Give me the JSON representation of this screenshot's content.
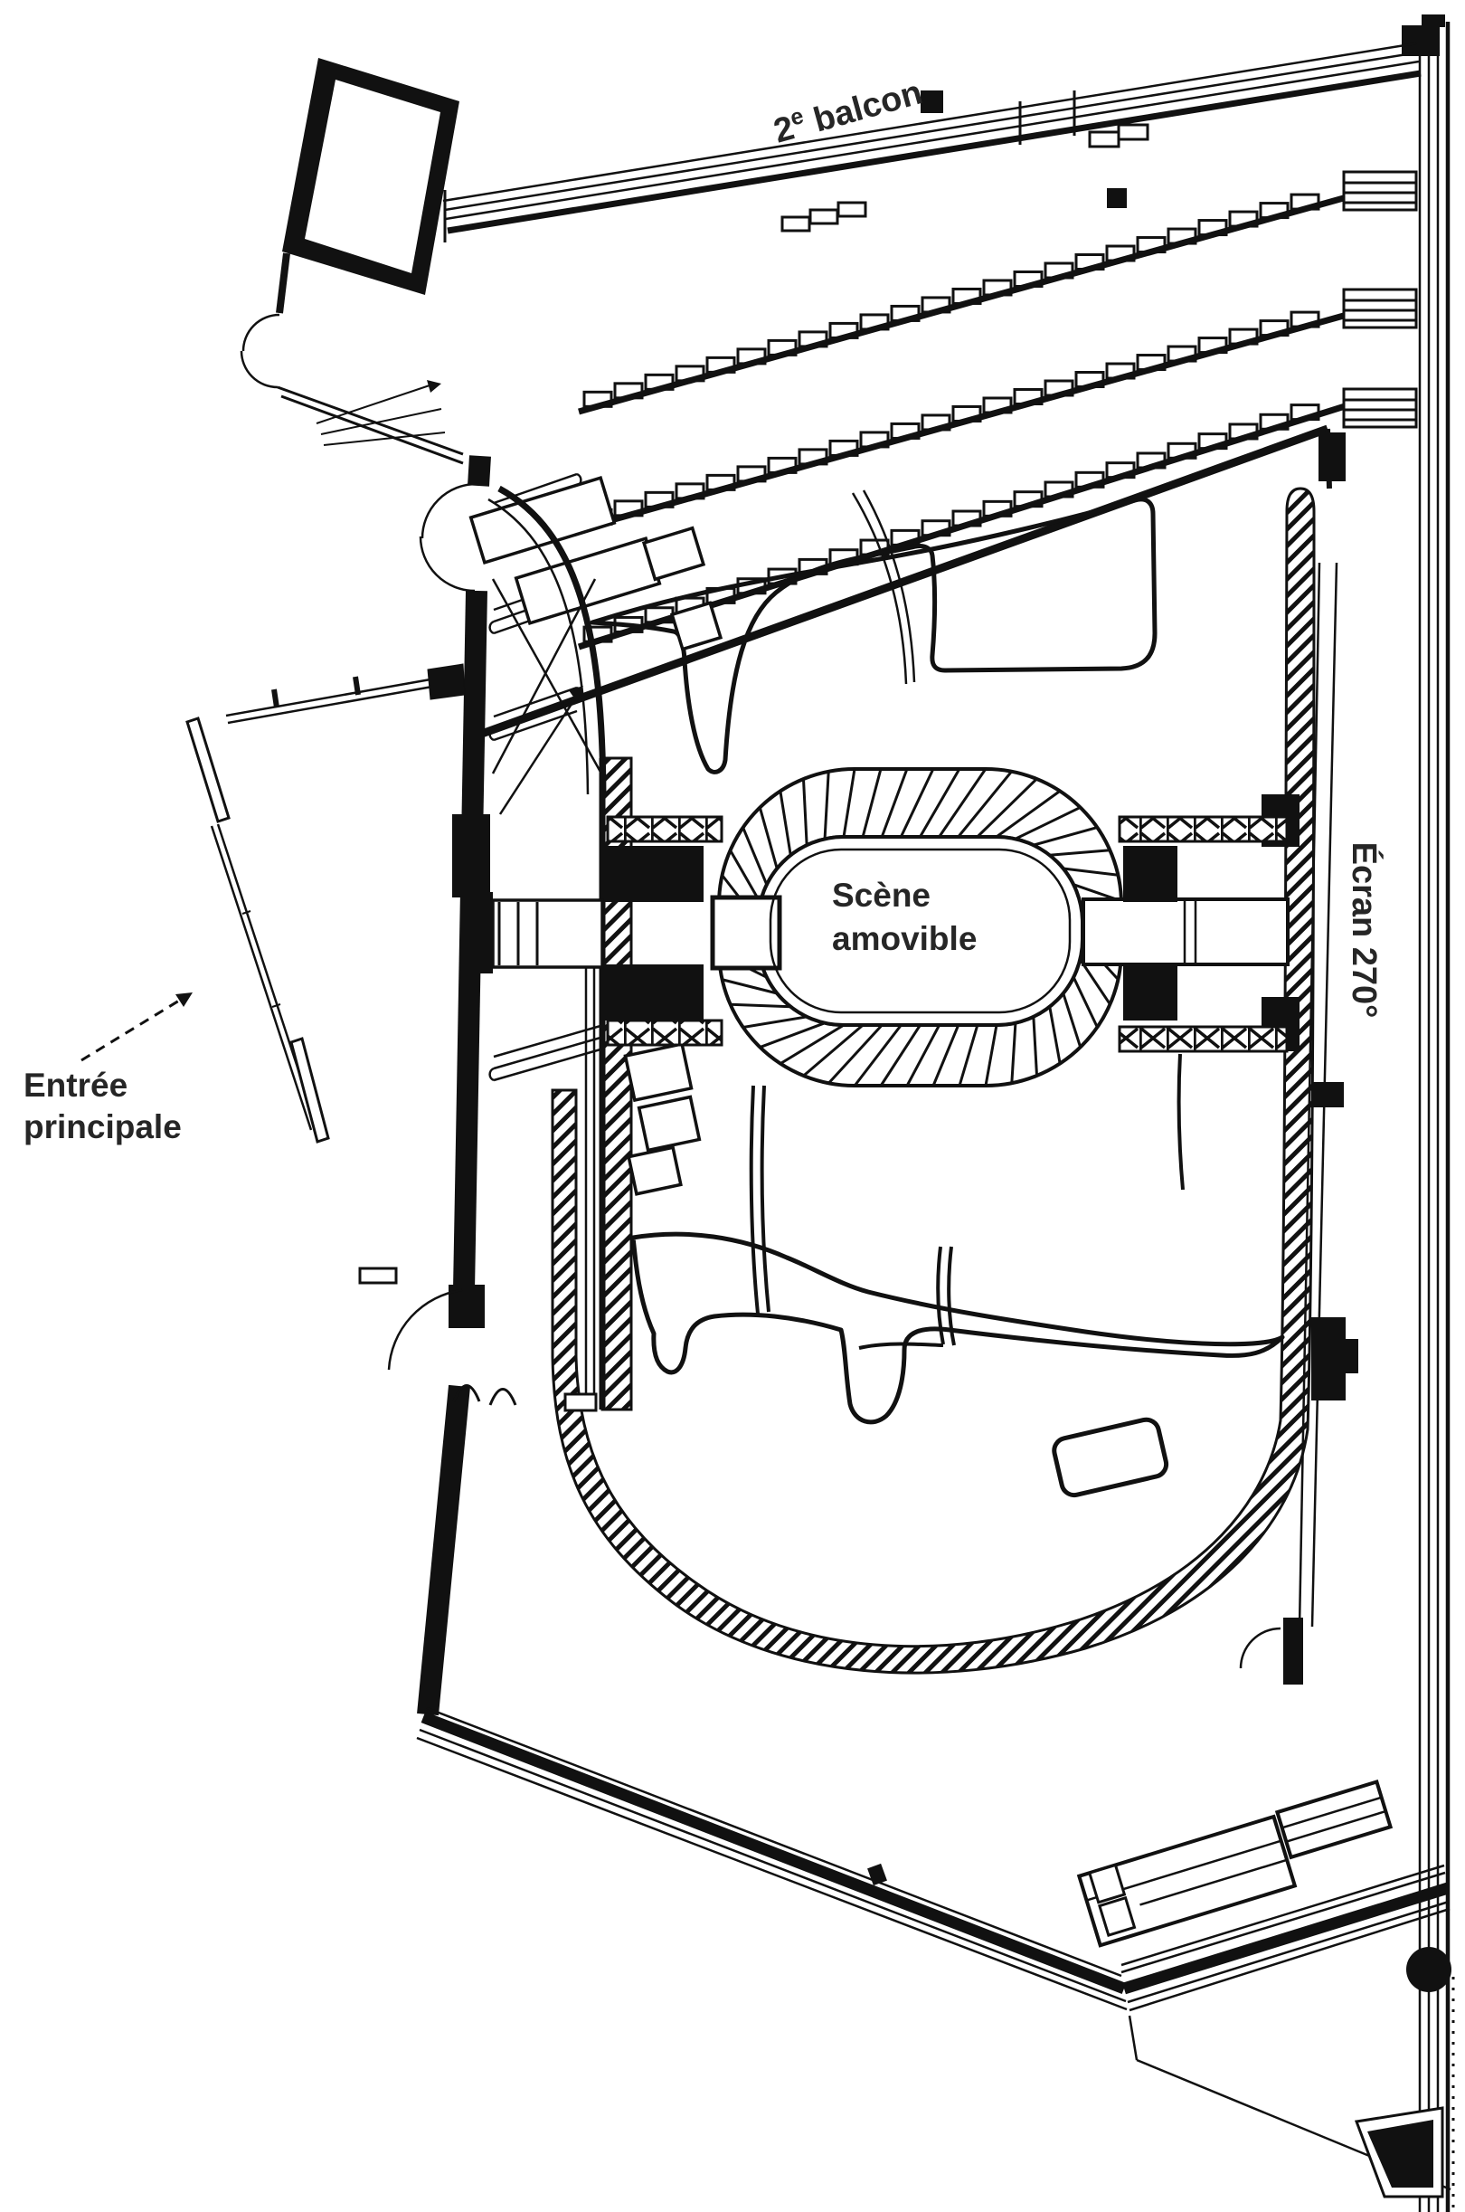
{
  "page": {
    "type": "architectural-floor-plan",
    "subject": "theatre hall with 270-degree screen",
    "background_color": "#ffffff",
    "ink_color": "#111111",
    "label_color": "#262626"
  },
  "labels": {
    "balcony": {
      "prefix": "2",
      "superscript": "e",
      "suffix": " balcon"
    },
    "stage": {
      "line1": "Scène",
      "line2": "amovible"
    },
    "screen": {
      "text": "Écran 270°"
    },
    "entrance": {
      "line1": "Entrée",
      "line2": "principale"
    }
  }
}
